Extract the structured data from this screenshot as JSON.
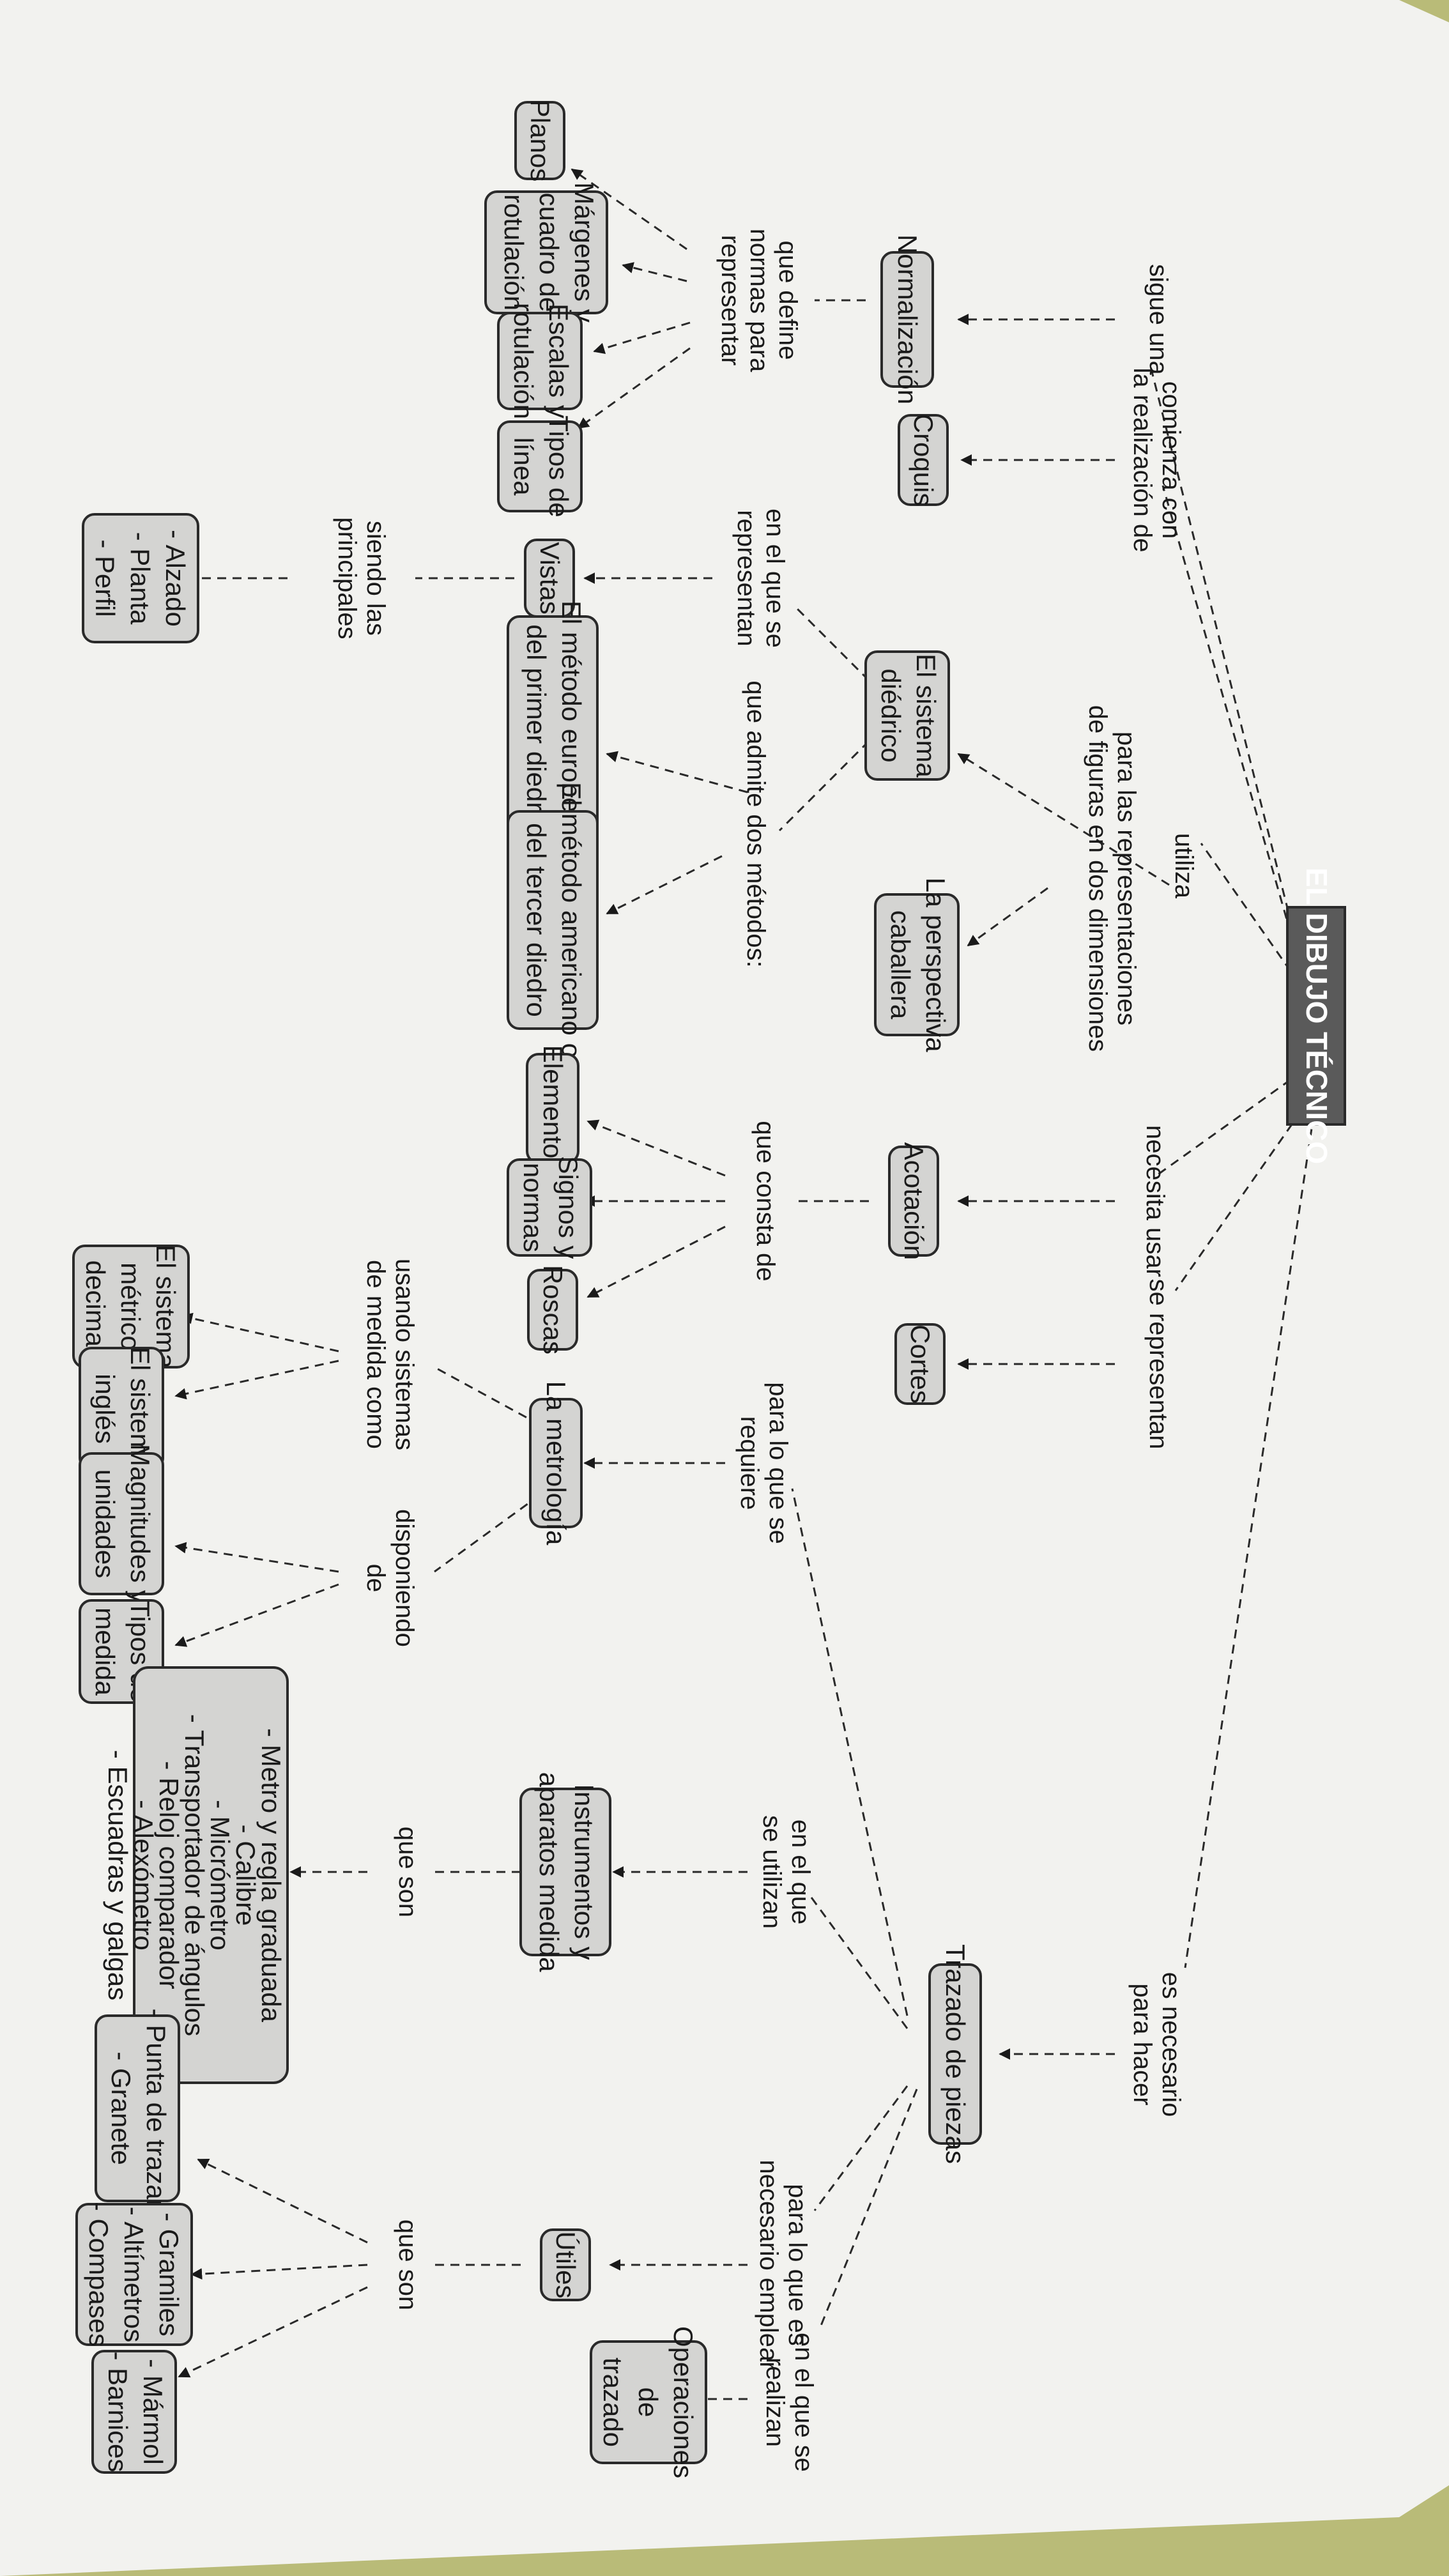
{
  "nodes": {
    "dibujo": "EL DIBUJO TÉCNICO",
    "normalizacion": "Normalización",
    "croquis": "Croquis",
    "planos": "Planos",
    "margenes": [
      "Márgenes y",
      "cuadro de",
      "rotulación"
    ],
    "escalas": [
      "Escalas y",
      "rotulación"
    ],
    "tipos_linea": [
      "Tipos de",
      "línea"
    ],
    "vistas": "Vistas",
    "alzado": [
      "- Alzado",
      "- Planta",
      "- Perfil"
    ],
    "sistema_diedrico": [
      "El sistema",
      "diédrico"
    ],
    "metodo_europeo": [
      "El método europeo o",
      "del primer diedro"
    ],
    "metodo_americano": [
      "El método americano o",
      "del tercer diedro"
    ],
    "perspectiva": [
      "La perspectiva",
      "caballera"
    ],
    "acotacion": "Acotación",
    "elementos": "Elementos",
    "signos": [
      "Signos y",
      "normas"
    ],
    "roscas": "Roscas",
    "cortes": "Cortes",
    "metrologia": "La metrología",
    "sistema_metrico": [
      "El sistema",
      "métrico",
      "decimal"
    ],
    "sistema_ingles": [
      "El sistema",
      "inglés"
    ],
    "magnitudes": [
      "Magnitudes y",
      "unidades"
    ],
    "tipos_medida": [
      "Tipos de",
      "medida"
    ],
    "trazado": "Trazado de piezas",
    "instrumentos": [
      "Instrumentos y",
      "aparatos medida"
    ],
    "lista_instrumentos": [
      "- Metro y regla graduada",
      "- Calibre",
      "- Micrómetro",
      "- Transportador de ángulos",
      "- Reloj comparador",
      "- Alexómetro",
      "- Escuadras y galgas"
    ],
    "utiles": "Útiles",
    "operaciones": [
      "Operaciones",
      "de",
      "trazado"
    ],
    "punta": [
      "- Punta de trazar",
      "- Granete"
    ],
    "gramiles": [
      "- Gramiles",
      "- Altímetros",
      "- Compases"
    ],
    "marmol": [
      "- Mármol",
      "- Barnices"
    ]
  },
  "labels": {
    "sigue_una": "sigue una",
    "comienza": [
      "comienza con",
      "la realización de"
    ],
    "que_define": [
      "que define",
      "normas para",
      "representar"
    ],
    "en_el_que_se_representan": [
      "en el que se",
      "representan"
    ],
    "siendo_las": [
      "siendo las",
      "principales"
    ],
    "utiliza": "utiliza",
    "para_las": [
      "para las representaciones",
      "de figuras en dos dimensiones"
    ],
    "que_admite": "que admite dos métodos:",
    "necesita_usar": "necesita usar",
    "que_consta": "que consta de",
    "se_representan": "se representan",
    "para_lo_que_se": [
      "para lo que se",
      "requiere"
    ],
    "usando": [
      "usando sistemas",
      "de medida como"
    ],
    "disponiendo": [
      "disponiendo",
      "de"
    ],
    "es_necesario": [
      "es necesario",
      "para hacer"
    ],
    "en_el_que_se_utilizan": [
      "en el que",
      "se utilizan"
    ],
    "que_son_1": "que son",
    "para_lo_que_es": [
      "para lo que es",
      "necesario emplear"
    ],
    "en_el_que_se_realizan": [
      "en el que se",
      "realizan"
    ],
    "que_son_2": "que son"
  }
}
